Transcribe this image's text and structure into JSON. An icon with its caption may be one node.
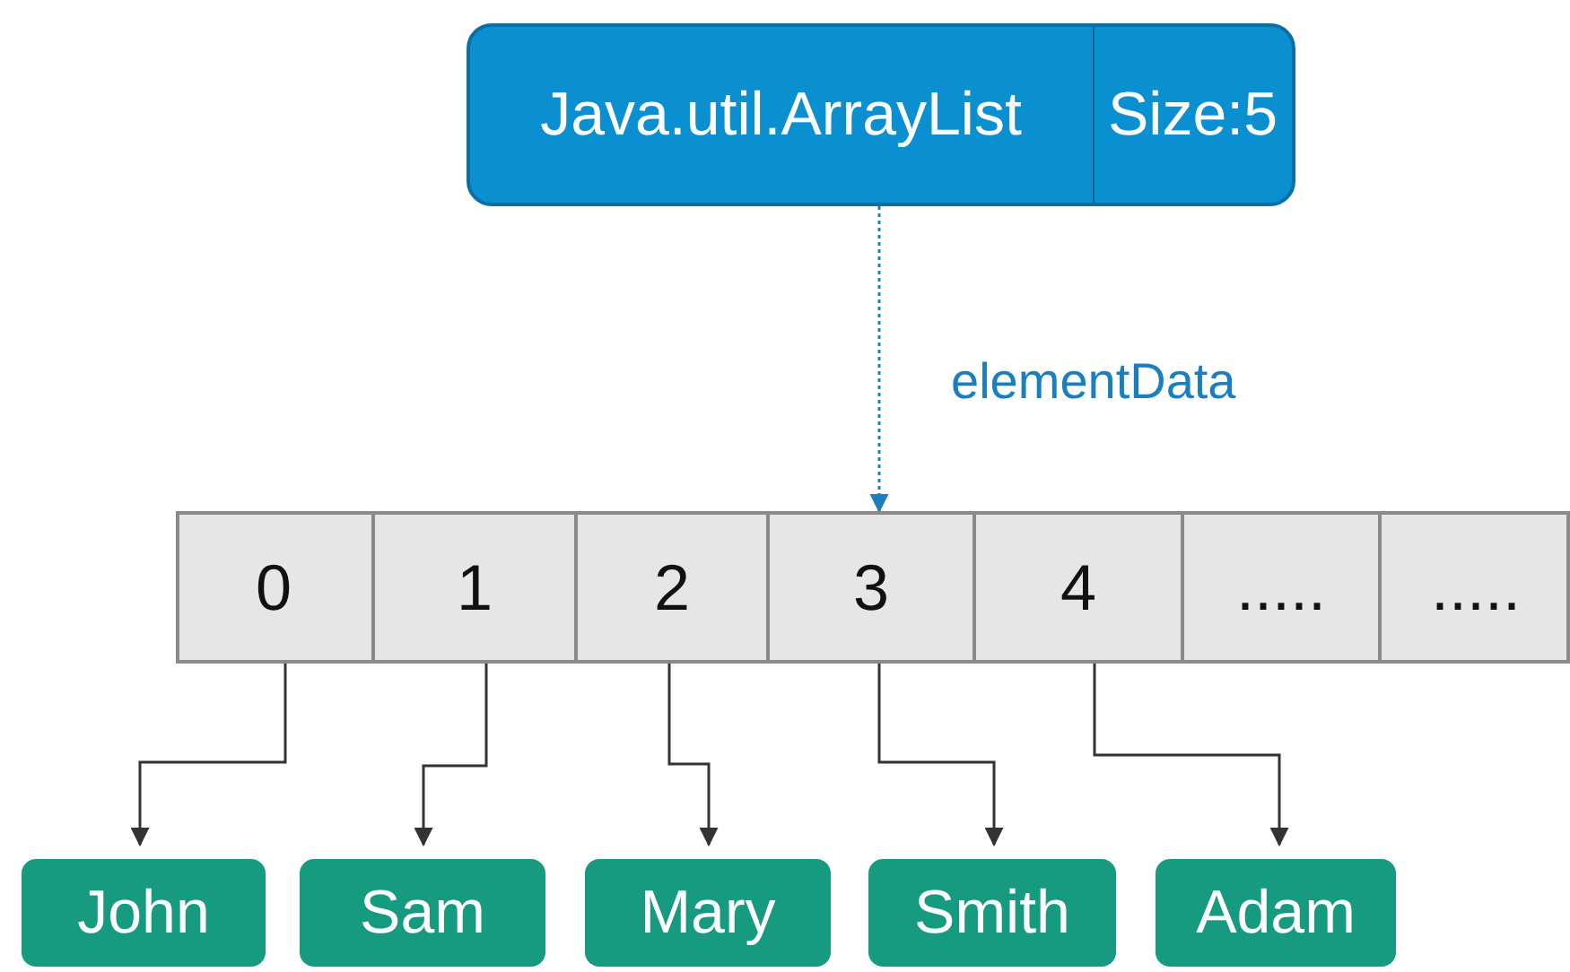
{
  "diagram": {
    "nodes": [
      {
        "text": [
          "Java.util.ArrayList",
          "Size:5"
        ]
      },
      {
        "text": [],
        "shape": "box"
      },
      {
        "text": [
          "0"
        ],
        "in": 1
      },
      {
        "text": [
          "1"
        ],
        "in": 1
      },
      {
        "text": [
          "2"
        ],
        "in": 1
      },
      {
        "text": [
          "3"
        ],
        "in": 1
      },
      {
        "text": [
          "4"
        ],
        "in": 1
      },
      {
        "text": [
          "....."
        ],
        "in": 1
      },
      {
        "text": [
          "....."
        ],
        "in": 1
      },
      {
        "text": [
          "John"
        ]
      },
      {
        "text": [
          "Sam"
        ]
      },
      {
        "text": [
          "Mary"
        ]
      },
      {
        "text": [
          "Smith"
        ]
      },
      {
        "text": [
          "Adam"
        ]
      }
    ],
    "edges": [
      {
        "from": 0,
        "to": 5,
        "arrow": "to",
        "label": "elementData",
        "style": "dashed",
        "color": "#1a7fc0"
      },
      {
        "from": 2,
        "to": 9,
        "arrow": "to"
      },
      {
        "from": 3,
        "to": 10,
        "arrow": "to"
      },
      {
        "from": 4,
        "to": 11,
        "arrow": "to"
      },
      {
        "from": 5,
        "to": 12,
        "arrow": "to"
      },
      {
        "from": 6,
        "to": 13,
        "arrow": "to"
      }
    ]
  }
}
